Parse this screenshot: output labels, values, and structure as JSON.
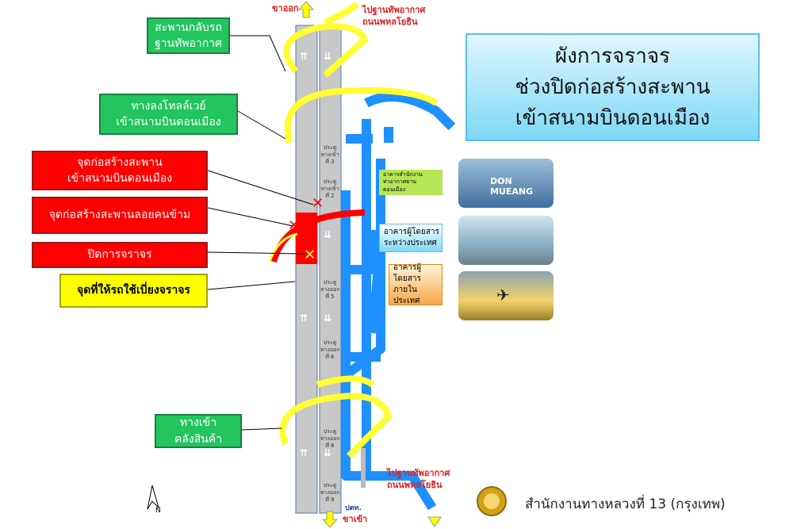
{
  "title": {
    "line1": "ผังการจราจร",
    "line2": "ช่วงปิดก่อสร้างสะพาน",
    "line3": "เข้าสนามบินดอนเมือง"
  },
  "callouts": {
    "uturn": {
      "line1": "สะพานกลับรถ",
      "line2": "ฐานทัพอากาศ"
    },
    "tollway": {
      "line1": "ทางลงโทลล์เวย์",
      "line2": "เข้าสนามบินดอนเมือง"
    },
    "bridge_site": {
      "line1": "จุดก่อสร้างสะพาน",
      "line2": "เข้าสนามบินดอนเมือง"
    },
    "footbridge": {
      "line1": "จุดก่อสร้างสะพานลอยคนข้าม"
    },
    "closed": {
      "line1": "ปิดการจราจร"
    },
    "detour": {
      "line1": "จุดที่ให้รถใช้เบี่ยงจราจร"
    },
    "cargo": {
      "line1": "ทางเข้า",
      "line2": "คลังสินค้า"
    }
  },
  "road_labels": {
    "outbound": "ขาออก",
    "inbound": "ขาเข้า",
    "to_airforce_top": {
      "line1": "ไปฐานทัพอากาศ",
      "line2": "ถนนพหลโยธิน"
    },
    "to_airforce_bottom": {
      "line1": "ไปฐานทัพอากาศ",
      "line2": "ถนนพหลโยธิน"
    },
    "ptt": "ปตท."
  },
  "gates": [
    "ประตูทางเข้าที่ 3",
    "ประตูทางเข้าที่ 2",
    "ประตูทางออกที่ 5",
    "ประตูทางออกที่ 6",
    "ประตูทางออกที่ 8",
    "ประตูทางออกที่ 9"
  ],
  "buildings": {
    "office": {
      "line1": "อาคารสำนักงาน",
      "line2": "ท่าอากาศยาน",
      "line3": "ดอนเมือง"
    },
    "intl": {
      "line1": "อาคารผู้โดยสาร",
      "line2": "ระหว่างประเทศ"
    },
    "domestic": {
      "line1": "อาคารผู้โดยสาร",
      "line2": "ภายในประเทศ"
    }
  },
  "photos": {
    "sign": "DON MUEANG"
  },
  "footer": {
    "org": "สำนักงานทางหลวงที่ 13 (กรุงเทพ)"
  },
  "colors": {
    "road": "#c8c8c8",
    "ramp": "#ffff33",
    "terminal_road": "#1e90ff",
    "closure": "#ff0000"
  }
}
